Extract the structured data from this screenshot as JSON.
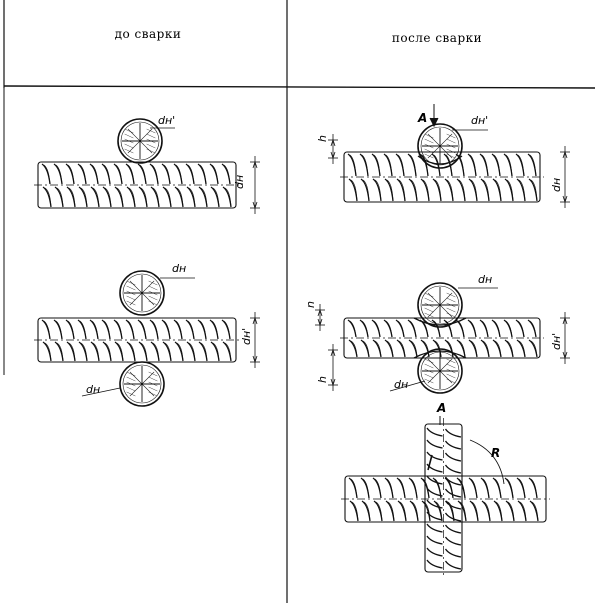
{
  "header": {
    "before_label": "до сварки",
    "after_label": "после сварки"
  },
  "labels": {
    "d_h_prime": "dн'",
    "d_h": "dн",
    "d_h_mark": "dн",
    "d_h_prime_side": "dн'",
    "h": "h",
    "n": "n",
    "a": "А",
    "r": "R"
  }
}
